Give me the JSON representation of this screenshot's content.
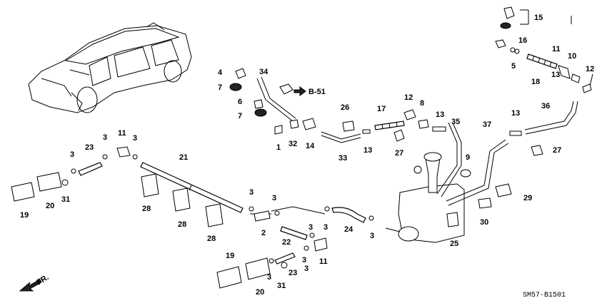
{
  "diagram_code": "SM57-B1501",
  "ref_label": "B-51",
  "direction_label": "FR.",
  "callouts": {
    "n1": "1",
    "n2": "2",
    "n3": "3",
    "n4": "4",
    "n5": "5",
    "n6": "6",
    "n7": "7",
    "n8": "8",
    "n9": "9",
    "n10": "10",
    "n11": "11",
    "n12": "12",
    "n13": "13",
    "n14": "14",
    "n15": "15",
    "n16": "16",
    "n17": "17",
    "n18": "18",
    "n19": "19",
    "n20": "20",
    "n21": "21",
    "n22": "22",
    "n23": "23",
    "n24": "24",
    "n25": "25",
    "n26": "26",
    "n27": "27",
    "n28": "28",
    "n29": "29",
    "n30": "30",
    "n31": "31",
    "n32": "32",
    "n33": "33",
    "n34": "34",
    "n35": "35",
    "n36": "36",
    "n37": "37"
  }
}
